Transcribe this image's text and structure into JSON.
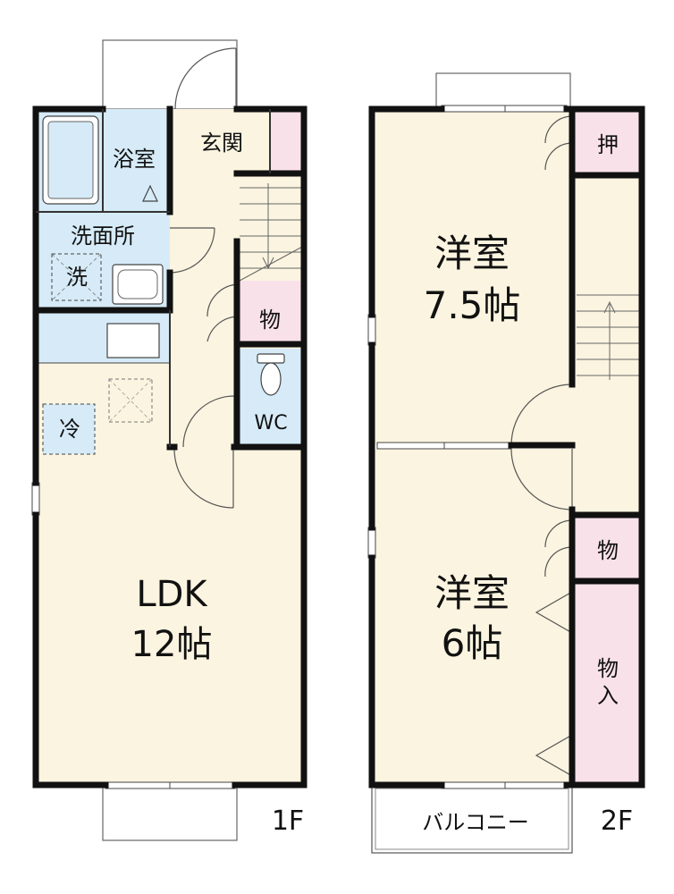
{
  "floor1": {
    "level": "1F",
    "bath": "浴室",
    "entrance": "玄関",
    "washroom": "洗面所",
    "washer": "洗",
    "fridge": "冷",
    "storage": "物",
    "toilet": "WC",
    "ldk_name": "LDK",
    "ldk_size": "12帖"
  },
  "floor2": {
    "level": "2F",
    "room1_name": "洋室",
    "room1_size": "7.5帖",
    "room2_name": "洋室",
    "room2_size": "6帖",
    "closet_oshi": "押",
    "closet_mono": "物",
    "closet_tall_1": "物",
    "closet_tall_2": "入",
    "balcony": "バルコニー"
  },
  "colors": {
    "wall": "#111111",
    "floor": "#fbf4e0",
    "wet_area": "#d6ebf7",
    "storage": "#f9e1ea",
    "line": "#444444"
  }
}
